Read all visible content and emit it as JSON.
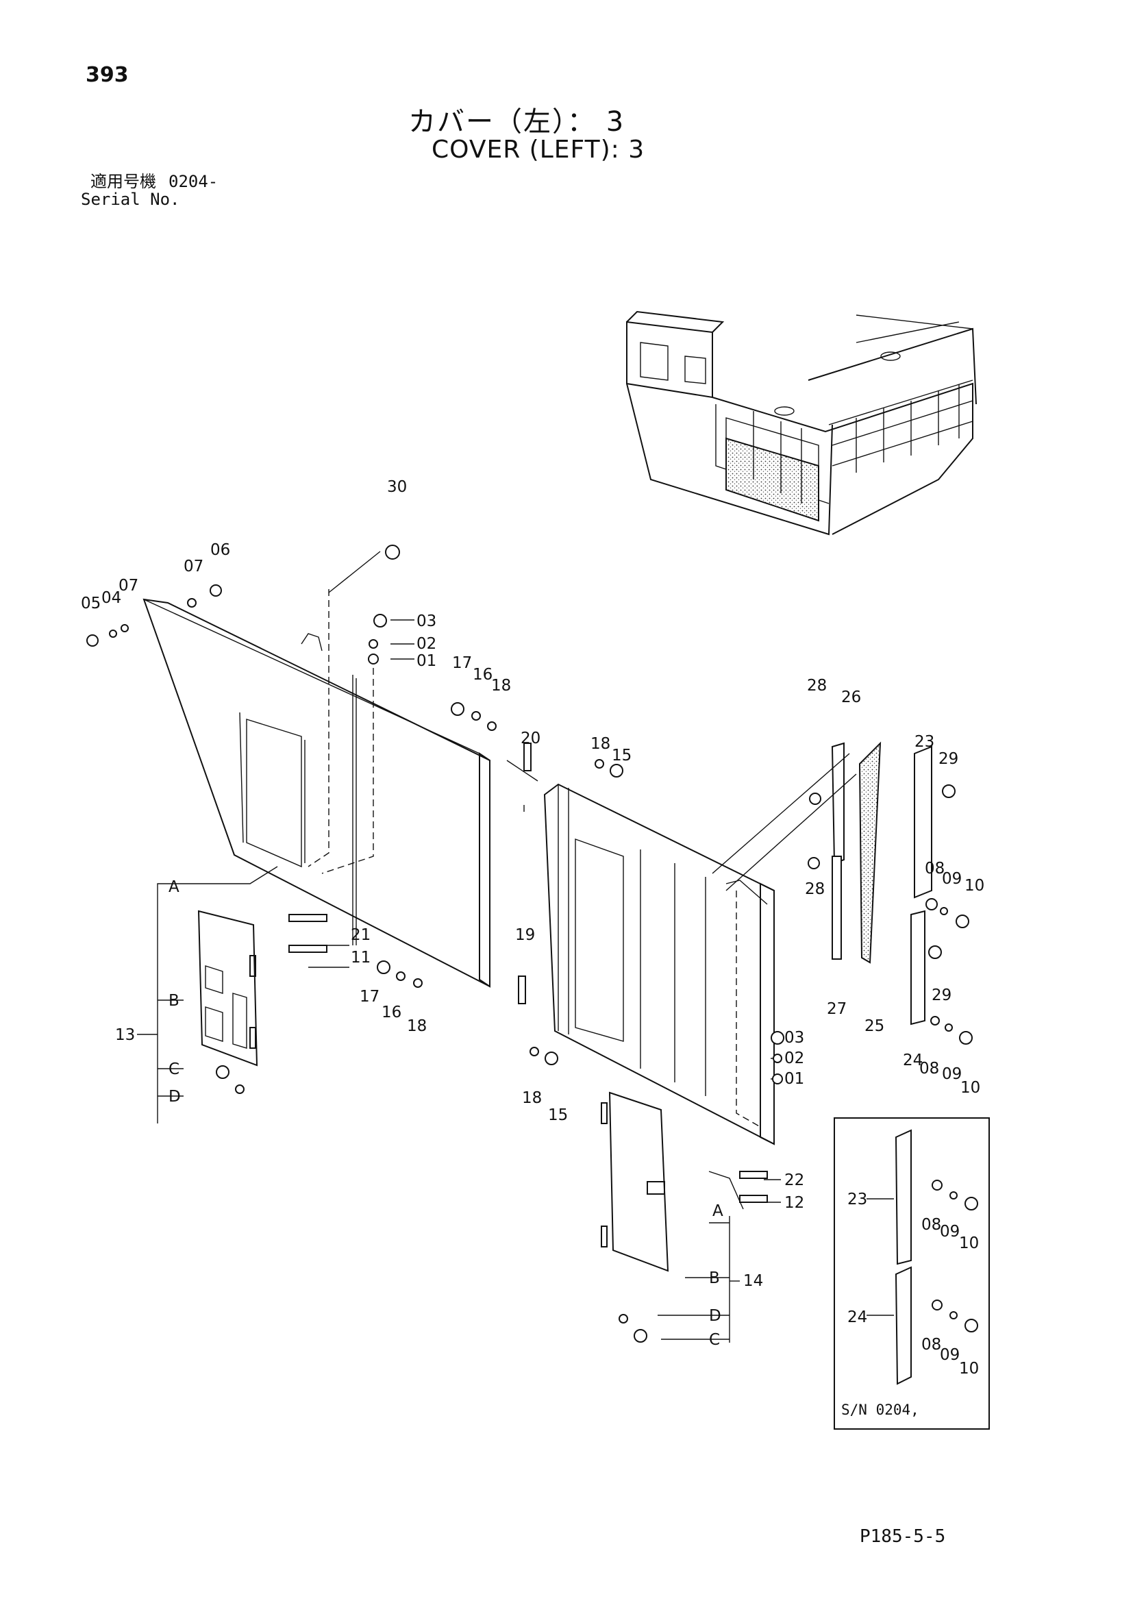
{
  "page": {
    "number": "393",
    "title_jp": "カバー（左）： 3",
    "title_en": "COVER (LEFT): 3",
    "serial_label_jp": "適用号機",
    "serial_value": "0204-",
    "serial_label_en": "Serial No.",
    "footer_code": "P185-5-5"
  },
  "callouts": [
    "30",
    "07",
    "06",
    "05",
    "04",
    "07",
    "03",
    "02",
    "01",
    "17",
    "16",
    "18",
    "20",
    "18",
    "15",
    "28",
    "26",
    "23",
    "29",
    "08",
    "09",
    "10",
    "28",
    "21",
    "11",
    "17",
    "16",
    "18",
    "19",
    "13",
    "A",
    "B",
    "C",
    "D",
    "29",
    "27",
    "25",
    "24",
    "08",
    "09",
    "10",
    "03",
    "02",
    "01",
    "18",
    "15",
    "22",
    "12",
    "A",
    "B",
    "14",
    "D",
    "C"
  ],
  "inset": {
    "labels": [
      "23",
      "08",
      "09",
      "10",
      "24",
      "08",
      "09",
      "10"
    ],
    "caption": "S/N 0204,"
  }
}
